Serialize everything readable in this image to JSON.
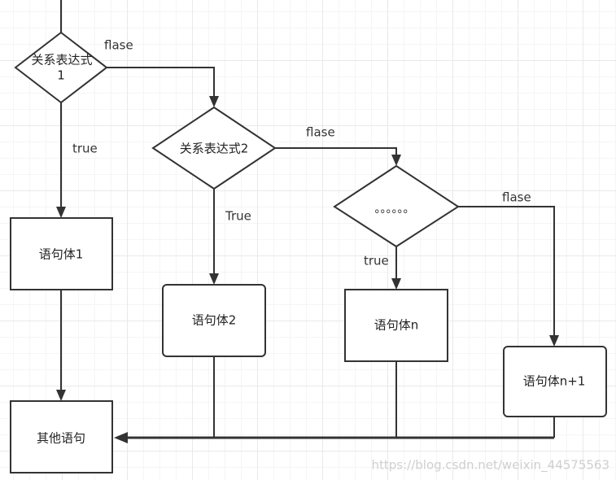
{
  "nodes": {
    "cond1": {
      "label_line1": "关系表达式",
      "label_line2": "1"
    },
    "cond2": {
      "label": "关系表达式2"
    },
    "cond3": {
      "label": "。。。。。。"
    },
    "body1": {
      "label": "语句体1"
    },
    "body2": {
      "label": "语句体2"
    },
    "bodyn": {
      "label": "语句体n"
    },
    "bodyn1": {
      "label": "语句体n+1"
    },
    "other": {
      "label": "其他语句"
    }
  },
  "edge_labels": {
    "cond1_false": "flase",
    "cond1_true": "true",
    "cond2_false": "flase",
    "cond2_true": "True",
    "cond3_false": "flase",
    "cond3_true": "true"
  },
  "watermark": "https://blog.csdn.net/weixin_44575563",
  "colors": {
    "stroke": "#333333",
    "grid": "#e9e9e9",
    "background": "#ffffff"
  }
}
